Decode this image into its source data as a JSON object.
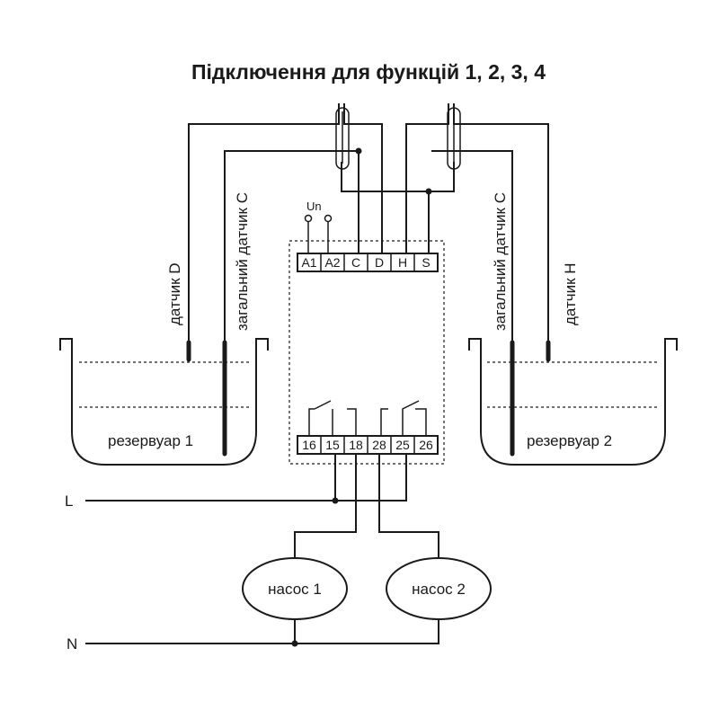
{
  "title": "Підключення для функцій 1, 2, 3, 4",
  "sensors": {
    "d": "датчик  D",
    "c_left": "загальний датчик С",
    "c_right": "загальний датчик С",
    "h": "датчик H"
  },
  "tanks": {
    "tank1": "резервуар 1",
    "tank2": "резервуар 2"
  },
  "supply": "Un",
  "top_terminals": [
    "A1",
    "A2",
    "C",
    "D",
    "H",
    "S"
  ],
  "bottom_terminals": [
    "16",
    "15",
    "18",
    "28",
    "25",
    "26"
  ],
  "lines": {
    "l": "L",
    "n": "N"
  },
  "pumps": {
    "pump1": "насос 1",
    "pump2": "насос 2"
  }
}
